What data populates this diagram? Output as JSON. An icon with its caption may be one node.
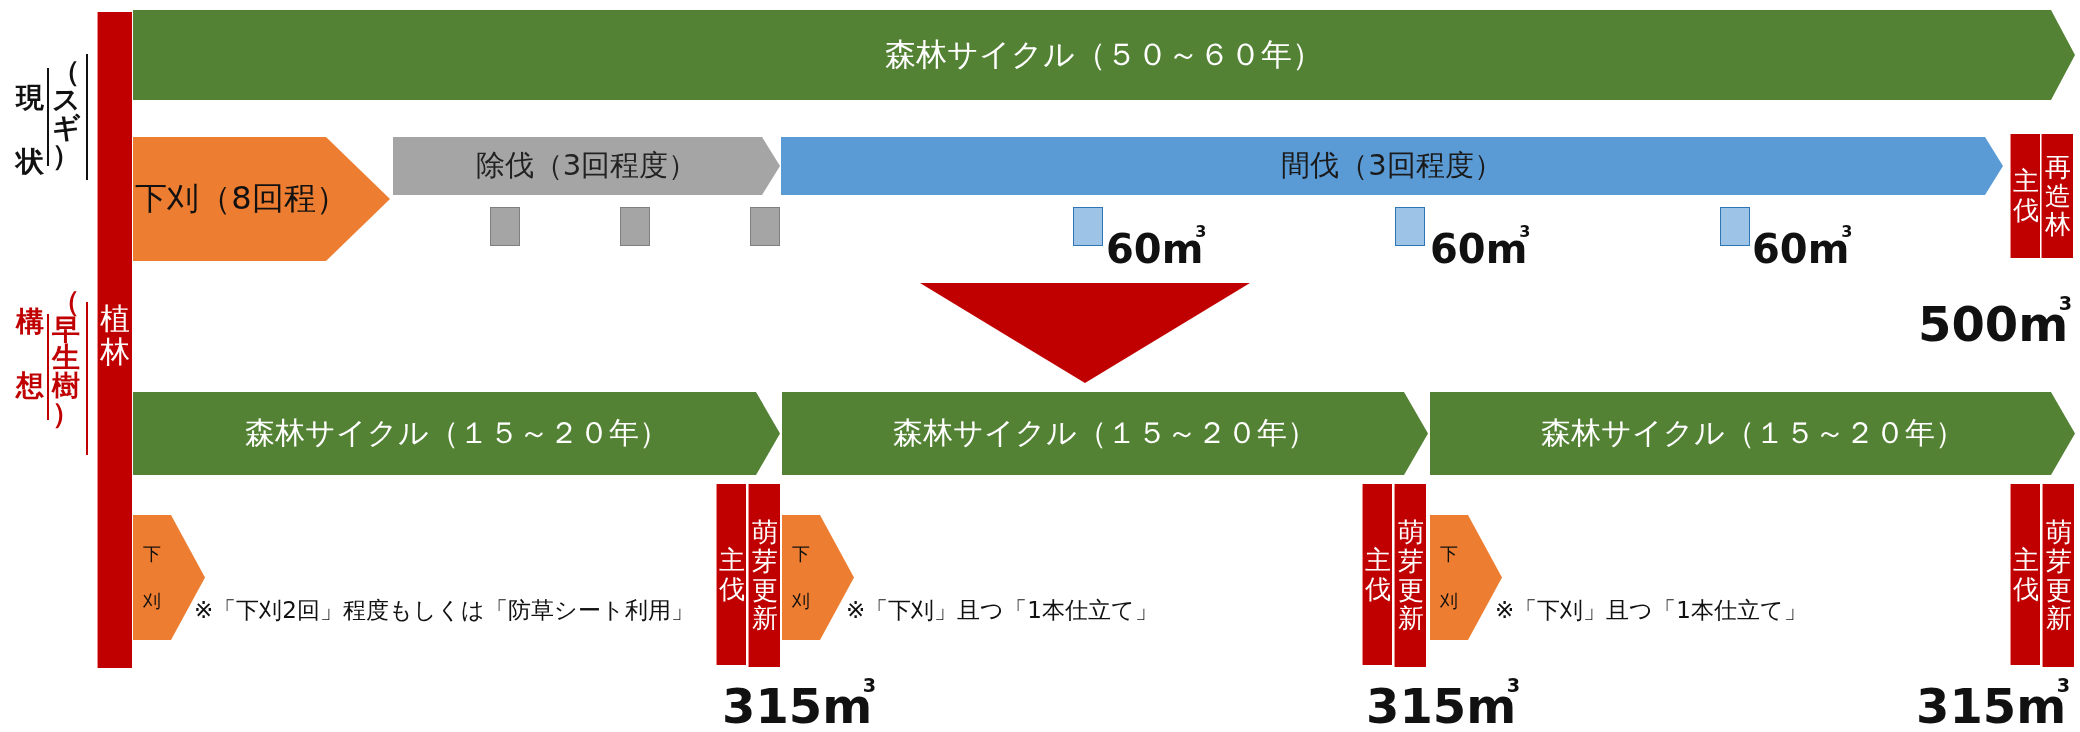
{
  "diagram": {
    "nodes": [
      {
        "text": [
          "森林サイクル（５０～６０年）"
        ]
      },
      {
        "text": [
          "植林"
        ]
      },
      {
        "text": [
          "下刈（8回程）"
        ]
      },
      {
        "text": [
          "除伐（3回程度）"
        ]
      },
      {
        "text": [
          "間伐（3回程度）"
        ]
      },
      {
        "text": [
          "主伐"
        ]
      },
      {
        "text": [
          "再造林"
        ]
      },
      {
        "text": [],
        "shape": "box"
      },
      {
        "text": [],
        "shape": "box"
      },
      {
        "text": [],
        "shape": "box"
      },
      {
        "text": [],
        "shape": "box",
        "beside": [
          "60m$^{3}$"
        ]
      },
      {
        "text": [],
        "shape": "box",
        "beside": [
          "60m$^{3}$"
        ]
      },
      {
        "text": [],
        "shape": "box",
        "beside": [
          "60m$^{3}$"
        ]
      },
      {
        "text": [],
        "shape": "triangle"
      },
      {
        "text": [
          "森林サイクル（１５～２０年）"
        ]
      },
      {
        "text": [
          "森林サイクル（１５～２０年）"
        ]
      },
      {
        "text": [
          "森林サイクル（１５～２０年）"
        ]
      },
      {
        "text": [
          "下刈"
        ],
        "beside": [
          "※「下刈2回」程度もしくは「防草シート利用」"
        ]
      },
      {
        "text": [
          "主伐"
        ]
      },
      {
        "text": [
          "萌芽更新"
        ]
      },
      {
        "text": [
          "下刈"
        ],
        "beside": [
          "※「下刈」且つ「1本仕立て」"
        ]
      },
      {
        "text": [
          "主伐"
        ]
      },
      {
        "text": [
          "萌芽更新"
        ]
      },
      {
        "text": [
          "下刈"
        ],
        "beside": [
          "※「下刈」且つ「1本仕立て」"
        ]
      },
      {
        "text": [
          "主伐"
        ]
      },
      {
        "text": [
          "萌芽更新"
        ]
      }
    ],
    "labels": [
      "現状",
      "（スギ）",
      "構想",
      "（早生樹）",
      "500m$^{3}$",
      "315m$^{3}$",
      "315m$^{3}$",
      "315m$^{3}$"
    ]
  }
}
